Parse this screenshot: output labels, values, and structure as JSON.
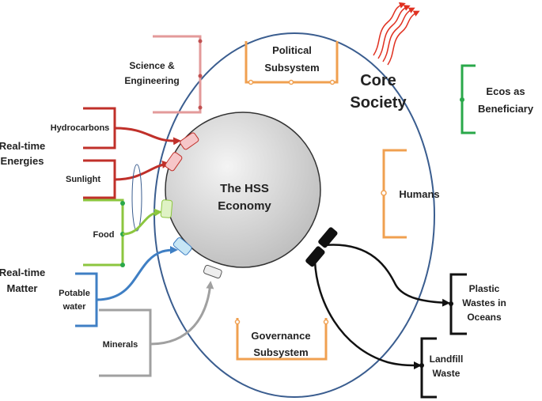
{
  "labels": {
    "science_line1": "Science &",
    "science_line2": "Engineering",
    "political_line1": "Political",
    "political_line2": "Subsystem",
    "core_line1": "Core",
    "core_line2": "Society",
    "ecos_line1": "Ecos as",
    "ecos_line2": "Beneficiary",
    "hydrocarbons": "Hydrocarbons",
    "energies_line1": "Real-time",
    "energies_line2": "Energies",
    "sunlight": "Sunlight",
    "economy_line1": "The HSS",
    "economy_line2": "Economy",
    "humans": "Humans",
    "food": "Food",
    "matter_line1": "Real-time",
    "matter_line2": "Matter",
    "potable_line1": "Potable",
    "potable_line2": "water",
    "plastic_line1": "Plastic",
    "plastic_line2": "Wastes in",
    "plastic_line3": "Oceans",
    "minerals": "Minerals",
    "governance_line1": "Governance",
    "governance_line2": "Subsystem",
    "landfill_line1": "Landfill",
    "landfill_line2": "Waste"
  },
  "colors": {
    "society_outline": "#3a5d8f",
    "economy_fill": "#d6d6d6",
    "science": "#e39a9a",
    "orange": "#f0a050",
    "ecos": "#2aa84a",
    "energy_red": "#c0302a",
    "food_green": "#8cc63f",
    "water_blue": "#3f7fc4",
    "minerals_gray": "#a0a0a0",
    "waste_black": "#111111",
    "heat_red": "#e03020"
  }
}
